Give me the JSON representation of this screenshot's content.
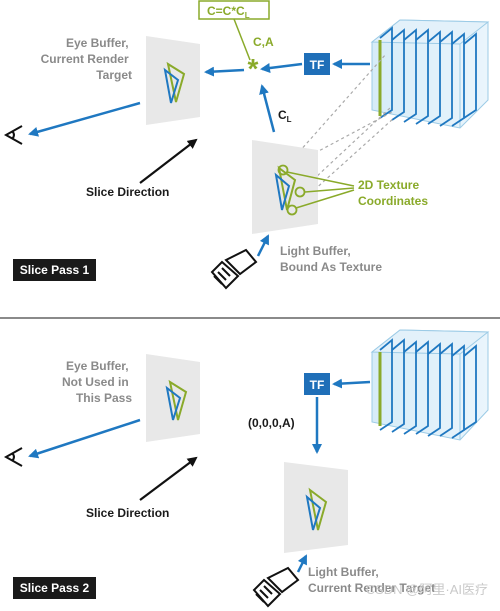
{
  "pass1": {
    "eye_buffer_label": [
      "Eye Buffer,",
      "Current Render",
      "Target"
    ],
    "blend_equation": "C=C*C",
    "blend_equation_sub": "L",
    "ca_label": "C,A",
    "tf_label": "TF",
    "cl_label": "C",
    "cl_sub": "L",
    "slice_direction": "Slice Direction",
    "tex_coords_label": [
      "2D Texture",
      "Coordinates"
    ],
    "light_buffer_label": [
      "Light Buffer,",
      "Bound As Texture"
    ],
    "pass_label": "Slice Pass 1"
  },
  "pass2": {
    "eye_buffer_label": [
      "Eye Buffer,",
      "Not Used in",
      "This Pass"
    ],
    "tf_label": "TF",
    "clear_value": "(0,0,0,A)",
    "slice_direction": "Slice Direction",
    "light_buffer_label": [
      "Light Buffer,",
      "Current Render Target"
    ],
    "pass_label": "Slice Pass 2"
  },
  "watermark": "CSDN @阿里·AI医疗",
  "colors": {
    "accent_blue": "#1f78c1",
    "accent_green": "#8aaa2a",
    "panel_gray": "#e8e8e8",
    "tf_box": "#1f6fb8",
    "label_gray": "#8a8a8a"
  }
}
